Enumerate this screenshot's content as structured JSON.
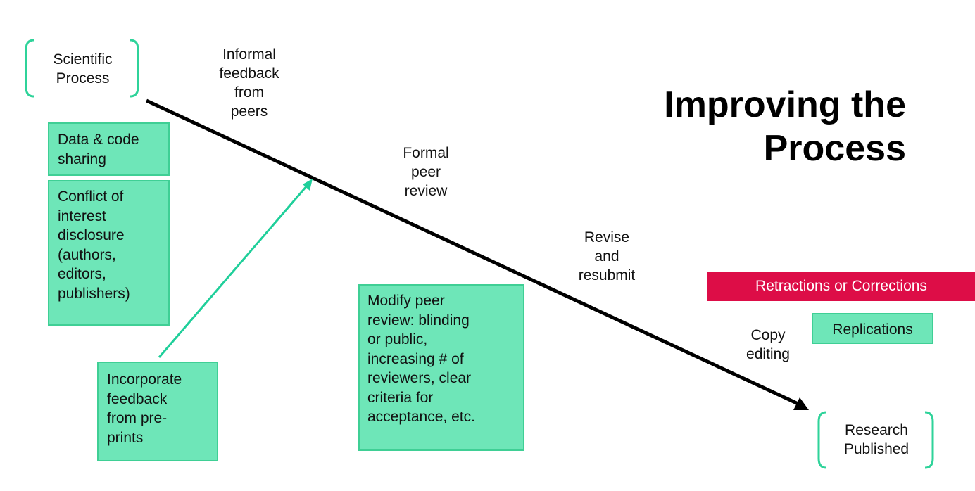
{
  "title": "Improving the\nProcess",
  "start_label": "Scientific\nProcess",
  "end_label": "Research\nPublished",
  "stages": {
    "informal": "Informal\nfeedback\nfrom\npeers",
    "formal": "Formal\npeer\nreview",
    "revise": "Revise\nand\nresubmit",
    "copy": "Copy\nediting"
  },
  "improvements": {
    "data_sharing": "Data & code\nsharing",
    "conflict": "Conflict of\ninterest\ndisclosure\n(authors,\neditors,\npublishers)",
    "preprints": "Incorporate\nfeedback\nfrom pre-\nprints",
    "peer_review": "Modify peer\nreview: blinding\nor public,\nincreasing # of\nreviewers, clear\ncriteria for\nacceptance, etc.",
    "replications": "Replications",
    "retractions": "Retractions or Corrections"
  },
  "colors": {
    "box_fill": "#6ee6b8",
    "box_border": "#3fcf95",
    "bracket": "#2fd39a",
    "arrow_teal": "#1fcf9a",
    "red_bar": "#dd0d47"
  }
}
